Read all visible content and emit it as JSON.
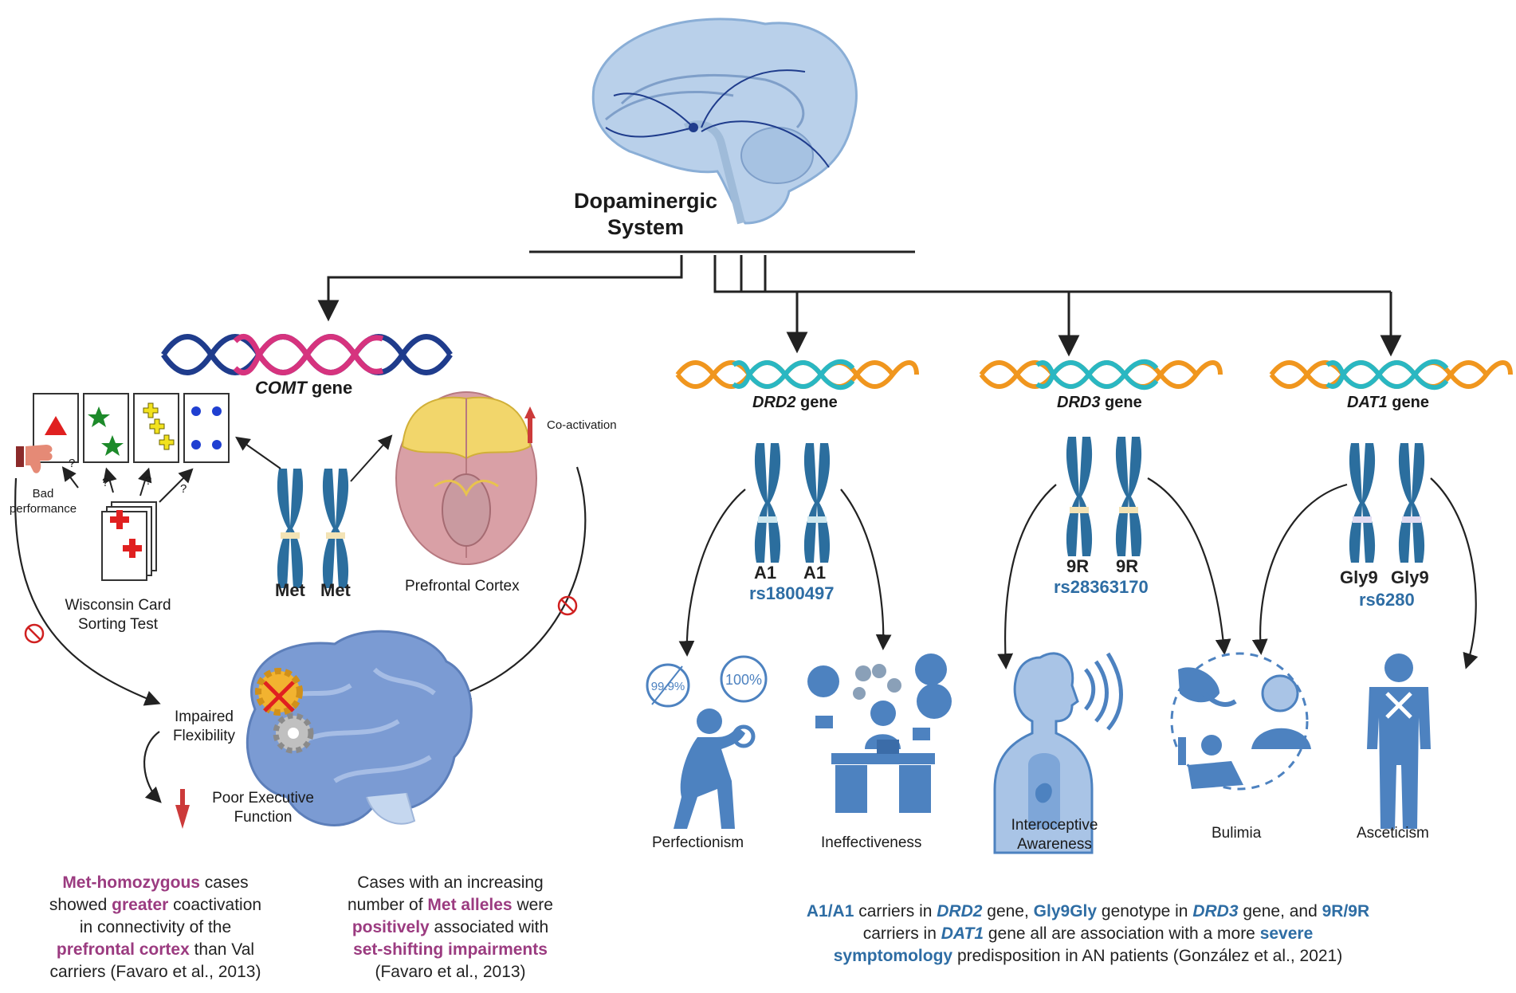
{
  "root": {
    "line1": "Dopaminergic",
    "line2": "System"
  },
  "comt": {
    "gene_name": "COMT",
    "gene_suffix": " gene",
    "alleles": [
      "Met",
      "Met"
    ],
    "coactivation": "Co-activation",
    "prefrontal_label": "Prefrontal Cortex",
    "wcst_line1": "Wisconsin Card",
    "wcst_line2": "Sorting Test",
    "bad_line1": "Bad",
    "bad_line2": "performance",
    "question_mark": "?",
    "impaired_line1": "Impaired",
    "impaired_line2": "Flexibility",
    "poor_line1": "Poor Executive",
    "poor_line2": "Function"
  },
  "drd2": {
    "gene_name": "DRD2",
    "gene_suffix": " gene",
    "alleles": [
      "A1",
      "A1"
    ],
    "rs": "rs1800497",
    "outcomes": [
      "Perfectionism",
      "Ineffectiveness"
    ],
    "pct_crossed": "99.9%",
    "pct": "100%"
  },
  "drd3": {
    "gene_name": "DRD3",
    "gene_suffix": " gene",
    "alleles": [
      "9R",
      "9R"
    ],
    "rs": "rs28363170",
    "outcomes_line1": "Interoceptive",
    "outcomes_line2": "Awareness"
  },
  "dat1": {
    "gene_name": "DAT1",
    "gene_suffix": " gene",
    "alleles": [
      "Gly9",
      "Gly9"
    ],
    "rs": "rs6280",
    "outcomes": [
      "Bulimia",
      "Asceticism"
    ]
  },
  "notes": {
    "left": {
      "p1": "Met-homozygous",
      "p2": " cases",
      "p3": "showed ",
      "p4": "greater",
      "p5": " coactivation",
      "p6": "in connectivity of the",
      "p7": "prefrontal cortex",
      "p8": " than Val",
      "p9": "carriers (Favaro et al., 2013)"
    },
    "middle": {
      "p1": "Cases with an increasing",
      "p2": "number of ",
      "p3": "Met alleles",
      "p4": " were",
      "p5": "positively",
      "p6": " associated with",
      "p7": "set-shifting impairments",
      "p8": "(Favaro et al., 2013)"
    },
    "right": {
      "p1": "A1/A1",
      "p2": " carriers in ",
      "p3": "DRD2",
      "p4": " gene, ",
      "p5": "Gly9Gly",
      "p6": " genotype in ",
      "p7": "DRD3",
      "p8": " gene, and ",
      "p9": "9R/9R",
      "p10": "carriers in ",
      "p11": "DAT1",
      "p12": " gene all are association with a more ",
      "p13": "severe",
      "p14": "symptomology",
      "p15": " predisposition in AN patients (González et al., 2021)"
    }
  },
  "colors": {
    "chromosome": "#2b6e9e",
    "dna_blue": "#1f3c8c",
    "dna_pink": "#d6337e",
    "dna_orange": "#f0961e",
    "dna_teal": "#2ab7c2",
    "icon_blue": "#4d82c0",
    "highlight_purple": "#9b3b80",
    "highlight_blue": "#2e6da4",
    "arrow_red": "#cc3a3a"
  },
  "icons": [
    "brain-icon",
    "dna-icon",
    "chromosome-icon",
    "card-icon",
    "thumbs-down-icon",
    "prohibited-icon",
    "gear-icon",
    "magnifier-icon",
    "desk-worker-icon",
    "body-interoception-icon",
    "bulimia-icon",
    "ascetic-person-icon"
  ]
}
